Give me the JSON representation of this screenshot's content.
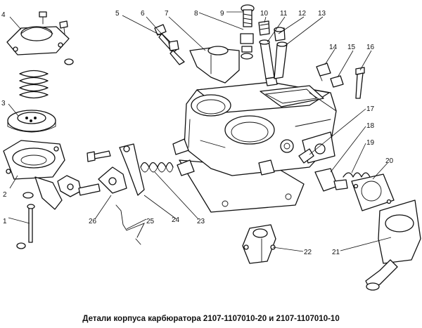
{
  "caption": "Детали корпуса карбюратора 2107-1107010-20 и 2107-1107010-10",
  "callouts": [
    {
      "num": "1"
    },
    {
      "num": "2"
    },
    {
      "num": "3"
    },
    {
      "num": "4"
    },
    {
      "num": "5"
    },
    {
      "num": "6"
    },
    {
      "num": "7"
    },
    {
      "num": "8"
    },
    {
      "num": "9"
    },
    {
      "num": "10"
    },
    {
      "num": "11"
    },
    {
      "num": "12"
    },
    {
      "num": "13"
    },
    {
      "num": "14"
    },
    {
      "num": "15"
    },
    {
      "num": "16"
    },
    {
      "num": "17"
    },
    {
      "num": "18"
    },
    {
      "num": "19"
    },
    {
      "num": "20"
    },
    {
      "num": "21"
    },
    {
      "num": "22"
    },
    {
      "num": "23"
    },
    {
      "num": "24"
    },
    {
      "num": "25"
    },
    {
      "num": "26"
    }
  ]
}
